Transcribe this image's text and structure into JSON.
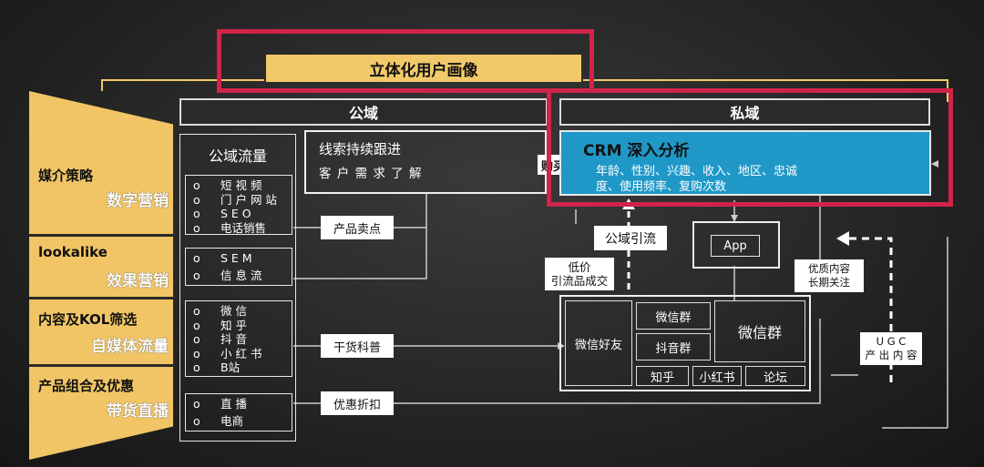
{
  "header": {
    "title": "立体化用户画像"
  },
  "bars": {
    "public": "公域",
    "private": "私域"
  },
  "left_panel": [
    {
      "line1": "媒介策略",
      "line2": "数字营销"
    },
    {
      "line1": "lookalike",
      "line2": "效果营销"
    },
    {
      "line1": "内容及KOL筛选",
      "line2": "自媒体流量"
    },
    {
      "line1": "产品组合及优惠",
      "line2": "带货直播"
    }
  ],
  "public_traffic": {
    "title": "公域流量",
    "group1": [
      "短 视 频",
      "门 户 网 站",
      "S E O",
      "电话销售"
    ],
    "group2": [
      "S E M",
      "信 息 流"
    ],
    "group3": [
      "微 信",
      "知 乎",
      "抖 音",
      "小 红 书",
      "B站"
    ],
    "group4": [
      "直 播",
      "电商"
    ],
    "bullet": "o"
  },
  "leads": {
    "line1": "线索持续跟进",
    "line2": "客 户 需 求 了 解",
    "tag": "购买"
  },
  "pills": {
    "selling_point": "产品卖点",
    "dry_goods": "干货科普",
    "discount": "优惠折扣",
    "public_to_private": "公域引流",
    "low_price_line1": "低价",
    "low_price_line2": "引流品成交",
    "quality_line1": "优质内容",
    "quality_line2": "长期关注",
    "ugc_line1": "U G C",
    "ugc_line2": "产 出 内 容"
  },
  "crm": {
    "title": "CRM 深入分析",
    "line1": "年龄、性别、兴趣、收入、地区、忠诚",
    "line2": "度、使用频率、复购次数"
  },
  "app": {
    "label": "App"
  },
  "private_grid": {
    "wechat_friends": "微信好友",
    "wechat_group_small": "微信群",
    "douyin_group": "抖音群",
    "wechat_group_big": "微信群",
    "zhihu": "知乎",
    "xiaohongshu": "小红书",
    "forum": "论坛"
  },
  "colors": {
    "gold": "#f2c96a",
    "highlight_red": "#d0244a",
    "crm_blue": "#1f98c7"
  }
}
